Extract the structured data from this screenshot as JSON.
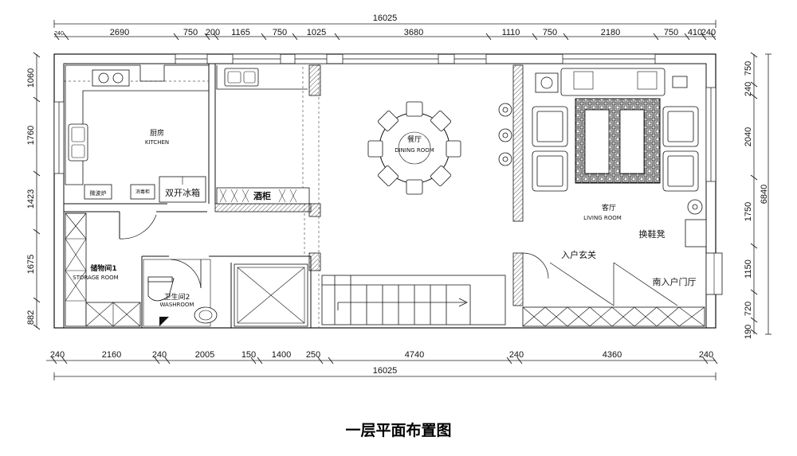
{
  "title": "一层平面布置图",
  "dimensions": {
    "top_total": "16025",
    "bottom_total": "16025",
    "top_segments": [
      "240",
      "2690",
      "750",
      "200",
      "1165",
      "750",
      "1025",
      "3680",
      "1110",
      "750",
      "2180",
      "750",
      "410",
      "240"
    ],
    "bottom_segments": [
      "240",
      "2160",
      "240",
      "2005",
      "150",
      "1400",
      "250",
      "4740",
      "240",
      "4360",
      "240"
    ],
    "left_segments": [
      "1060",
      "1760",
      "1423",
      "1675",
      "882"
    ],
    "right_segments": [
      "750",
      "240",
      "2040",
      "1750",
      "1150",
      "720",
      "190"
    ],
    "right_total": "6840"
  },
  "rooms": {
    "kitchen_cn": "厨房",
    "kitchen_en": "KITCHEN",
    "dining_cn": "餐厅",
    "dining_en": "DINING ROOM",
    "living_cn": "客厅",
    "living_en": "LIVING ROOM",
    "storage_cn": "储物间1",
    "storage_en": "STORAGE ROOM",
    "washroom_cn": "卫生间2",
    "washroom_en": "WASHROOM",
    "entrance_cn": "入户玄关",
    "south_entrance_cn": "南入户门厅"
  },
  "fixtures": {
    "fridge": "双开冰箱",
    "wine_cabinet": "酒柜",
    "shoe_bench": "换鞋凳",
    "disinfect_cabinet": "消毒柜",
    "microwave": "微波炉"
  }
}
